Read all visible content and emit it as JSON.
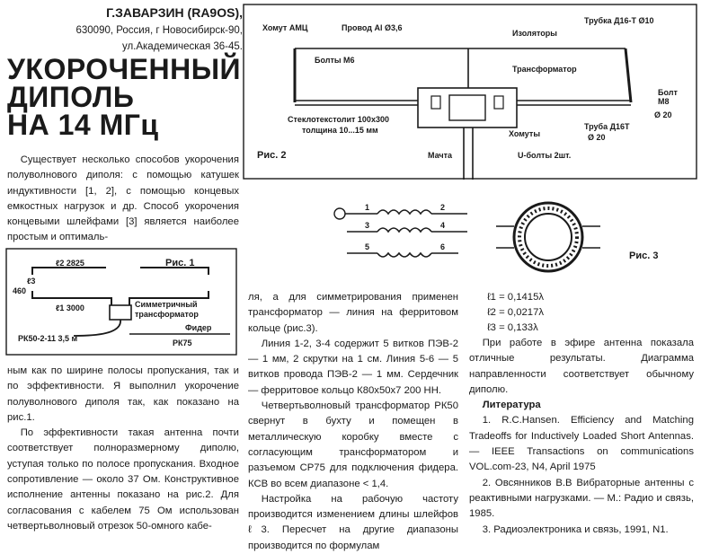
{
  "header": {
    "author": "Г.ЗАВАРЗИН (RA9OS),",
    "address_lines": [
      "630090, Россия, г Новосибирск-90,",
      "ул.Академическая 36-45."
    ],
    "title_lines": [
      "УКОРОЧЕННЫЙ",
      "ДИПОЛЬ",
      "НА 14 МГц"
    ]
  },
  "col1": {
    "p1": "Существует несколько способов укорочения полуволнового диполя: с помощью катушек индуктивности [1, 2], с помощью концевых емкостных нагрузок и др. Способ укорочения концевыми шлейфами [3] является наиболее простым и оптималь-",
    "p2": "ным как по ширине полосы пропускания, так и по эффективности. Я выполнил укорочение полуволнового диполя так, как показано на рис.1.",
    "p3": "По эффективности такая антенна почти соответствует полноразмерному диполю, уступая только по полосе пропускания. Входное сопротивление — около 37 Ом. Конструктивное исполнение антенны показано на рис.2. Для согласования с кабелем 75 Ом использован четвертьволновый отрезок 50-омного кабе-"
  },
  "col2": {
    "p1": "ля, а для симметрирования применен трансформатор — линия на ферритовом кольце (рис.3).",
    "p2": "Линия 1-2, 3-4 содержит 5 витков ПЭВ-2 — 1 мм, 2 скрутки на 1 см. Линия 5-6 — 5 витков провода ПЭВ-2 — 1 мм. Сердечник — ферритовое кольцо К80х50х7 200 НН.",
    "p3": "Четвертьволновый трансформатор РК50 свернут в бухту и помещен в металлическую коробку вместе с согласующим трансформатором и разъемом СР75 для подключения фидера. КСВ во всем диапазоне < 1,4.",
    "p4": "Настройка на рабочую частоту производится изменением длины шлейфов ℓ3. Пересчет на другие диапазоны производится по формулам"
  },
  "col3": {
    "formulas": [
      "ℓ1 = 0,1415λ",
      "ℓ2 = 0,0217λ",
      "ℓ3 = 0,133λ"
    ],
    "p1": "При работе в эфире антенна показала отличные результаты. Диаграмма направленности соответствует обычному диполю.",
    "lit_title": "Литература",
    "refs": [
      "1. R.C.Hansen. Efficiency and Matching Tradeoffs for Inductively Loaded Short Antennas. — IEEE Transactions on communications VOL.com-23, N4, April 1975",
      "2. Овсянников В.В Вибраторные антенны с реактивными нагрузками. — М.: Радио и связь, 1985.",
      "3. Радиоэлектроника и связь, 1991, N1."
    ]
  },
  "fig1": {
    "caption": "Рис. 1",
    "l2": "ℓ2 2825",
    "l3": "ℓ3",
    "l3val": "460",
    "l1": "ℓ1 3000",
    "transformer": [
      "Симметричный",
      "трансформатор"
    ],
    "cable": "РК50-2-11 3,5 м",
    "feeder": "Фидер",
    "rk75": "РК75"
  },
  "fig2": {
    "caption": "Рис. 2",
    "clamp": "Хомут АМЦ",
    "wire": "Провод Al Ø3,6",
    "insulators": "Изоляторы",
    "tube1": "Трубка Д16-Т Ø10",
    "bolts": "Болты М6",
    "transformer": "Трансформатор",
    "bolt_m8": [
      "Болт",
      "М8",
      "Ø 20"
    ],
    "fiberglass": [
      "Стеклотекстолит 100х300",
      "толщина 10...15 мм"
    ],
    "tube2": [
      "Труба Д16Т",
      "Ø 20"
    ],
    "clamps": "Хомуты",
    "mast": "Мачта",
    "ubolts": "U-болты 2шт."
  },
  "fig3": {
    "caption": "Рис. 3",
    "n": [
      "1",
      "2",
      "3",
      "4",
      "5",
      "6"
    ]
  }
}
